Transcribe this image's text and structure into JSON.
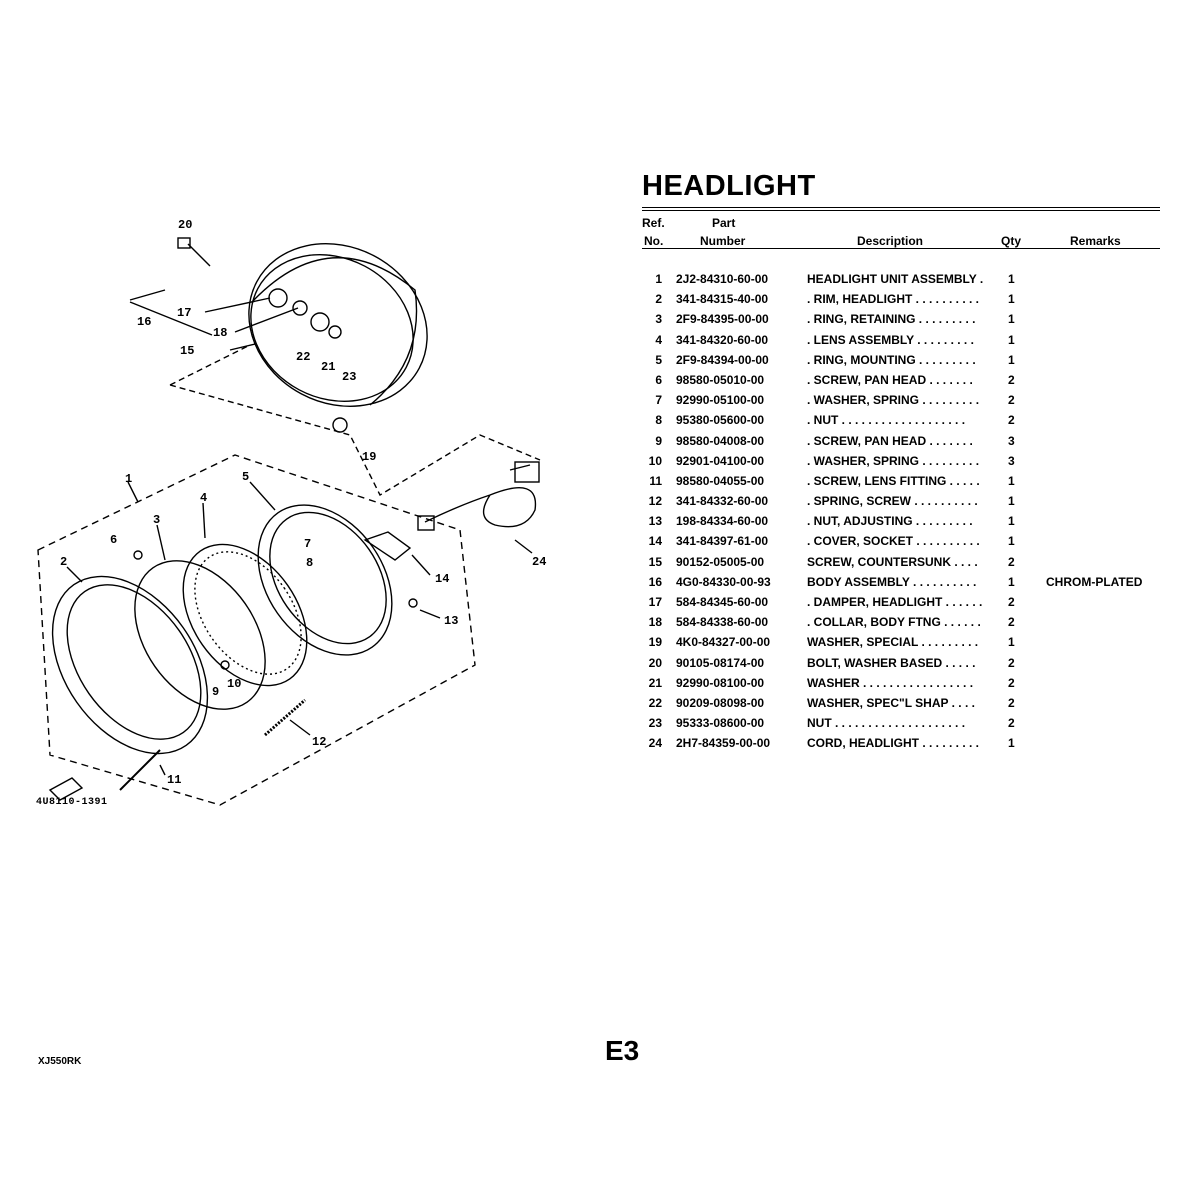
{
  "title": "HEADLIGHT",
  "headers": {
    "ref_line1": "Ref.",
    "ref_line2": "No.",
    "part_line1": "Part",
    "part_line2": "Number",
    "description": "Description",
    "qty": "Qty",
    "remarks": "Remarks"
  },
  "parts": [
    {
      "ref": "1",
      "part": "2J2-84310-60-00",
      "desc": "HEADLIGHT UNIT ASSEMBLY  .",
      "qty": "1",
      "remarks": ""
    },
    {
      "ref": "2",
      "part": "341-84315-40-00",
      "desc": ". RIM, HEADLIGHT  . . . . . . . . . .",
      "qty": "1",
      "remarks": ""
    },
    {
      "ref": "3",
      "part": "2F9-84395-00-00",
      "desc": ". RING, RETAINING   . . . . . . . . .",
      "qty": "1",
      "remarks": ""
    },
    {
      "ref": "4",
      "part": "341-84320-60-00",
      "desc": ". LENS ASSEMBLY   . . . . . . . . .",
      "qty": "1",
      "remarks": ""
    },
    {
      "ref": "5",
      "part": "2F9-84394-00-00",
      "desc": ". RING, MOUNTING   . . . . . . . . .",
      "qty": "1",
      "remarks": ""
    },
    {
      "ref": "6",
      "part": "98580-05010-00",
      "desc": ". SCREW, PAN HEAD    . . . . . . .",
      "qty": "2",
      "remarks": ""
    },
    {
      "ref": "7",
      "part": "92990-05100-00",
      "desc": ". WASHER, SPRING  . . . . . . . . .",
      "qty": "2",
      "remarks": ""
    },
    {
      "ref": "8",
      "part": "95380-05600-00",
      "desc": ". NUT   . . . . . . . . . . . . . . . . . . .",
      "qty": "2",
      "remarks": ""
    },
    {
      "ref": "9",
      "part": "98580-04008-00",
      "desc": ". SCREW, PAN HEAD    . . . . . . .",
      "qty": "3",
      "remarks": ""
    },
    {
      "ref": "10",
      "part": "92901-04100-00",
      "desc": ". WASHER, SPRING  . . . . . . . . .",
      "qty": "3",
      "remarks": ""
    },
    {
      "ref": "11",
      "part": "98580-04055-00",
      "desc": ". SCREW, LENS FITTING   . . . . .",
      "qty": "1",
      "remarks": ""
    },
    {
      "ref": "12",
      "part": "341-84332-60-00",
      "desc": ". SPRING, SCREW  . . . . . . . . . .",
      "qty": "1",
      "remarks": ""
    },
    {
      "ref": "13",
      "part": "198-84334-60-00",
      "desc": ". NUT, ADJUSTING    . . . . . . . . .",
      "qty": "1",
      "remarks": ""
    },
    {
      "ref": "14",
      "part": "341-84397-61-00",
      "desc": ". COVER, SOCKET  . . . . . . . . . .",
      "qty": "1",
      "remarks": ""
    },
    {
      "ref": "15",
      "part": "90152-05005-00",
      "desc": "SCREW, COUNTERSUNK     . . . .",
      "qty": "2",
      "remarks": ""
    },
    {
      "ref": "16",
      "part": "4G0-84330-00-93",
      "desc": "BODY ASSEMBLY  . . . . . . . . . .",
      "qty": "1",
      "remarks": "CHROM-PLATED"
    },
    {
      "ref": "17",
      "part": "584-84345-60-00",
      "desc": ". DAMPER, HEADLIGHT  . . . . . .",
      "qty": "2",
      "remarks": ""
    },
    {
      "ref": "18",
      "part": "584-84338-60-00",
      "desc": ". COLLAR, BODY FTNG   . . . . . .",
      "qty": "2",
      "remarks": ""
    },
    {
      "ref": "19",
      "part": "4K0-84327-00-00",
      "desc": "WASHER, SPECIAL  . . . . . . . . .",
      "qty": "1",
      "remarks": ""
    },
    {
      "ref": "20",
      "part": "90105-08174-00",
      "desc": "BOLT, WASHER BASED    . . . . .",
      "qty": "2",
      "remarks": ""
    },
    {
      "ref": "21",
      "part": "92990-08100-00",
      "desc": "WASHER   . . . . . . . . . . . . . . . . .",
      "qty": "2",
      "remarks": ""
    },
    {
      "ref": "22",
      "part": "90209-08098-00",
      "desc": "WASHER, SPEC\"L SHAP     . . . .",
      "qty": "2",
      "remarks": ""
    },
    {
      "ref": "23",
      "part": "95333-08600-00",
      "desc": "NUT   . . . . . . . . . . . . . . . . . . . .",
      "qty": "2",
      "remarks": ""
    },
    {
      "ref": "24",
      "part": "2H7-84359-00-00",
      "desc": "CORD, HEADLIGHT  . . . . . . . . .",
      "qty": "1",
      "remarks": ""
    }
  ],
  "diagram": {
    "callouts": [
      "20",
      "17",
      "16",
      "18",
      "15",
      "22",
      "21",
      "23",
      "19",
      "1",
      "3",
      "4",
      "5",
      "6",
      "2",
      "7",
      "8",
      "14",
      "24",
      "13",
      "9",
      "10",
      "12",
      "11"
    ],
    "code": "4U8110-1391"
  },
  "page_number": "E3",
  "model": "XJ550RK"
}
